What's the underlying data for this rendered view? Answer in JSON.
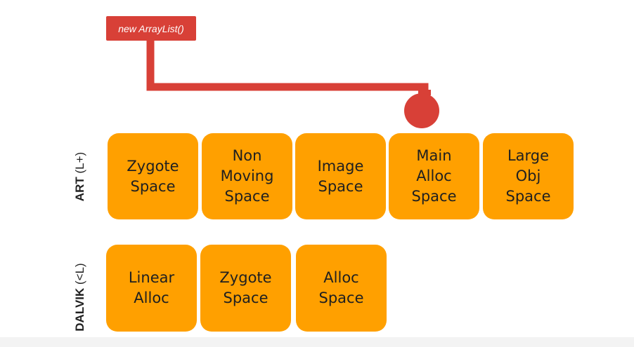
{
  "call": {
    "label": "new ArrayList()"
  },
  "colors": {
    "accent_red": "#d84037",
    "box_orange": "#ffa000"
  },
  "rows": {
    "art": {
      "label_main": "ART",
      "label_sub": " (L+)",
      "boxes": [
        "Zygote\nSpace",
        "Non\nMoving\nSpace",
        "Image\nSpace",
        "Main\nAlloc\nSpace",
        "Large\nObj\nSpace"
      ]
    },
    "dalvik": {
      "label_main": "DALVIK",
      "label_sub": " (<L)",
      "boxes": [
        "Linear\nAlloc",
        "Zygote\nSpace",
        "Alloc\nSpace"
      ]
    }
  }
}
